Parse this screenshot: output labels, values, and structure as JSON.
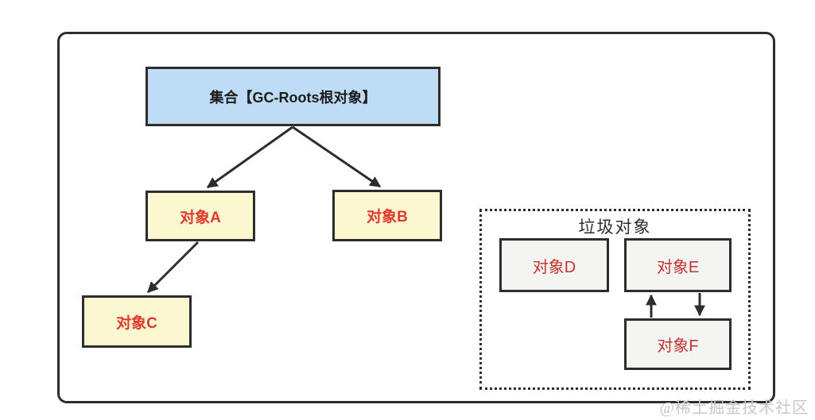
{
  "diagram": {
    "title_node": {
      "label": "集合【GC-Roots根对象】"
    },
    "nodes": {
      "a": {
        "label": "对象A"
      },
      "b": {
        "label": "对象B"
      },
      "c": {
        "label": "对象C"
      },
      "d": {
        "label": "对象D"
      },
      "e": {
        "label": "对象E"
      },
      "f": {
        "label": "对象F"
      }
    },
    "garbage_group": {
      "title": "垃圾对象"
    },
    "edges": [
      {
        "from": "集合【GC-Roots根对象】",
        "to": "对象A"
      },
      {
        "from": "集合【GC-Roots根对象】",
        "to": "对象B"
      },
      {
        "from": "对象A",
        "to": "对象C"
      },
      {
        "from": "对象F",
        "to": "对象E"
      },
      {
        "from": "对象E",
        "to": "对象F"
      }
    ]
  },
  "colors": {
    "root_fill": "#bedcf6",
    "root_text": "#1c1c1c",
    "reachable_fill": "#fbf7d0",
    "garbage_fill": "#f4f4f3",
    "border_color": "#2d2d2d",
    "label_red_bold": "#e03a2f",
    "label_red": "#c4332d",
    "watermark_color": "#c8c8c8"
  },
  "watermark": "@稀土掘金技术社区"
}
